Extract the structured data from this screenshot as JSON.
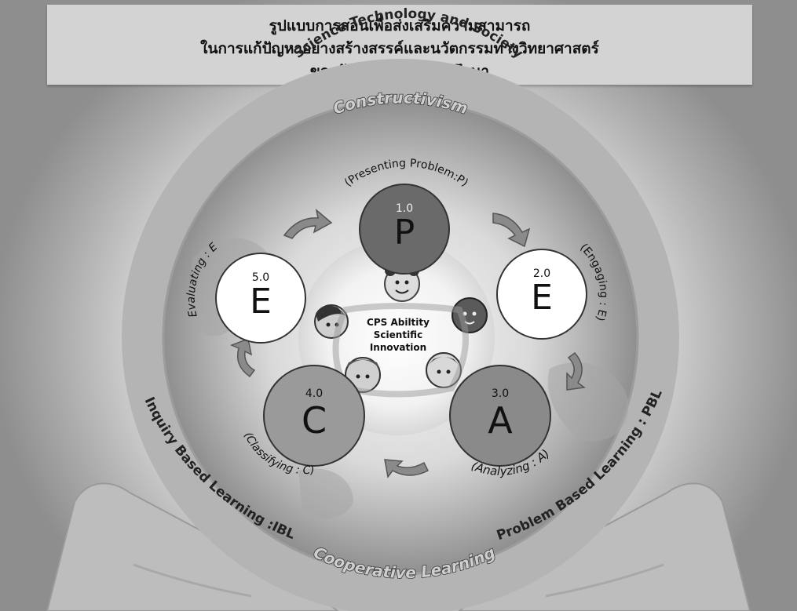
{
  "title": {
    "line1": "รูปแบบการสอนเพื่อส่งเสริมความสามารถ",
    "line2": "ในการแก้ปัญหาอย่างสร้างสรรค์และนวัตกรรมทางวิทยาศาสตร์",
    "line3": "ของนักเรียนชั้นประถมศึกษา"
  },
  "framework": {
    "top": "Constructivism",
    "bottom": "Cooperative Learning",
    "ring_top": "Science Technology and Society",
    "ring_left": "Inquiry Based Learning :IBL",
    "ring_right": "Problem Based Learning : PBL"
  },
  "steps": [
    {
      "number": "1.0",
      "letter": "P",
      "label": "(Presenting Problem:P)"
    },
    {
      "number": "2.0",
      "letter": "E",
      "label": "(Engaging : E)"
    },
    {
      "number": "3.0",
      "letter": "A",
      "label": "(Analyzing : A)"
    },
    {
      "number": "4.0",
      "letter": "C",
      "label": "(Classifying : C)"
    },
    {
      "number": "5.0",
      "letter": "E",
      "label": "(Evaluating : E)"
    }
  ],
  "center": {
    "line1": "CPS Abiltity",
    "line2": "Scientific",
    "line3": "Innovation"
  },
  "colors": {
    "step_p": "#6a6a6a",
    "step_a": "#8a8a8a",
    "step_c": "#9a9a9a",
    "step_e": "#ffffff"
  }
}
